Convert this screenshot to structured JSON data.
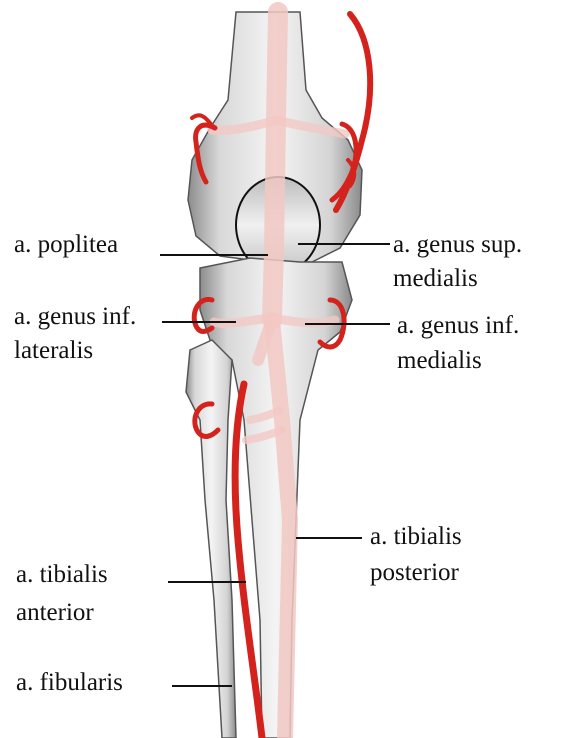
{
  "labels": {
    "poplitea": "a. poplitea",
    "genus_sup_medialis_line1": "a. genus sup.",
    "genus_sup_medialis_line2": "medialis",
    "genus_inf_lateralis_line1": "a. genus inf.",
    "genus_inf_lateralis_line2": "lateralis",
    "genus_inf_medialis_line1": "a. genus inf.",
    "genus_inf_medialis_line2": "medialis",
    "tibialis_posterior_line1": "a. tibialis",
    "tibialis_posterior_line2": "posterior",
    "tibialis_anterior_line1": "a. tibialis",
    "tibialis_anterior_line2": "anterior",
    "fibularis": "a. fibularis"
  },
  "colors": {
    "artery": "#d4231c",
    "bone": "#e6e6e6",
    "bone_shadow": "#9a9a9a",
    "artery_faint": "#f2c8c4",
    "text": "#111111"
  }
}
